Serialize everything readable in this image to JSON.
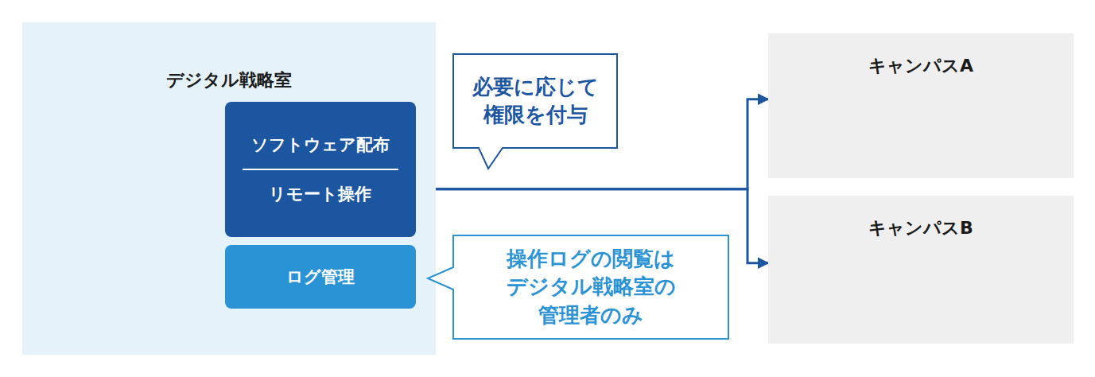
{
  "diagram": {
    "nodes": [
      {
        "text": [
          "デジタル戦略室"
        ]
      },
      {
        "text": [
          "ソフトウェア配布",
          "リモート操作"
        ],
        "in": 0
      },
      {
        "text": [
          "ログ管理"
        ],
        "in": 0
      },
      {
        "text": [
          "必要に応じて 権限を付与"
        ]
      },
      {
        "text": [
          "操作ログの閲覧は デジタル戦略室の 管理者のみ"
        ]
      },
      {
        "text": [
          "キャンパスA"
        ]
      },
      {
        "text": [
          "キャンパスB"
        ]
      }
    ],
    "edges": [
      {
        "from": 1,
        "to": 5,
        "arrow": "to"
      },
      {
        "from": 1,
        "to": 6,
        "arrow": "to"
      }
    ]
  }
}
